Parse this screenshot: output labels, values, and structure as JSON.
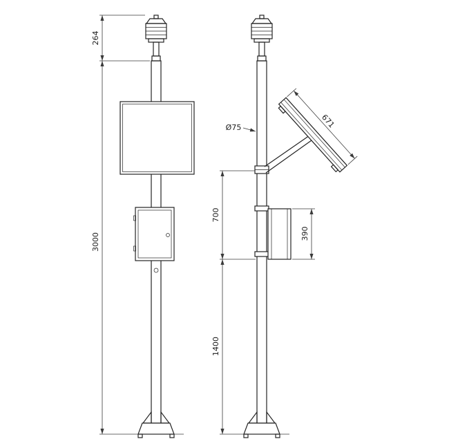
{
  "drawing": {
    "front_view": {
      "dim_sensor_height": "264",
      "dim_total_height": "3000"
    },
    "side_view": {
      "dim_pole_diameter": "Ø75",
      "dim_panel_length": "671",
      "dim_bracket_to_box": "700",
      "dim_box_height": "390",
      "dim_box_to_ground": "1400"
    }
  }
}
